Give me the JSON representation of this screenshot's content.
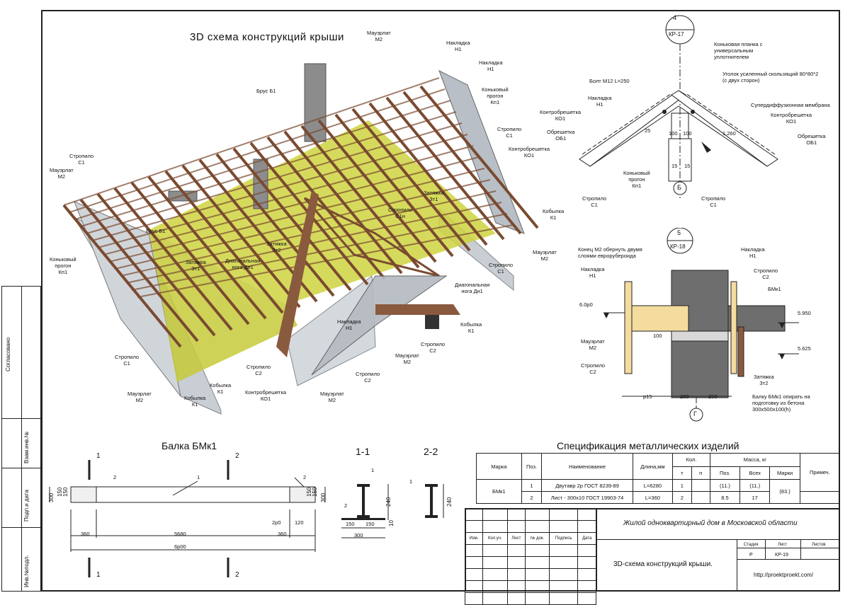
{
  "diagram_3d": {
    "title": "3D схема конструкций крыши",
    "labels": {
      "mauerlat_top": [
        "Мауэрлат",
        "М2"
      ],
      "nakladka_1": [
        "Накладка",
        "Н1"
      ],
      "nakladka_2": [
        "Накладка",
        "Н1"
      ],
      "brus": [
        "Брус Б1"
      ],
      "konkovy_top": [
        "Коньковый",
        "прогон",
        "Кп1"
      ],
      "stropilo_r1": [
        "Стропило",
        "С1"
      ],
      "kontrobreshetka_r": [
        "Контробрешетка",
        "КО1"
      ],
      "stropilo_l": [
        "Стропило",
        "С1"
      ],
      "mauerlat_l": [
        "Мауэрлат",
        "М2"
      ],
      "zatyazhka_c": [
        "Затяжка",
        "Зт1"
      ],
      "stropilo_c1n": [
        "Стропило",
        "С1н"
      ],
      "kobylka_r": [
        "Кобылка",
        "К1"
      ],
      "brus_b1": [
        "Брус Б1"
      ],
      "zatyazhka_2": [
        "Затяжка",
        "Зт2"
      ],
      "konkovy_l": [
        "Коньковый",
        "прогон",
        "Кп1"
      ],
      "zatyazhka_l": [
        "Затяжка",
        "Зт1"
      ],
      "diag_noga_c": [
        "Диагональная",
        "нога Дн1"
      ],
      "mauerlat_r": [
        "Мауэрлат",
        "М2"
      ],
      "stropilo_r2": [
        "Стропило",
        "С1"
      ],
      "diag_noga_r": [
        "Диагональная",
        "нога Дн1"
      ],
      "kobylka_r2": [
        "Кобылка",
        "К1"
      ],
      "nakladka_3": [
        "Накладка",
        "Н1"
      ],
      "stropilo_c2a": [
        "Стропило",
        "С2"
      ],
      "mauerlat_m2b": [
        "Мауэрлат",
        "М2"
      ],
      "stropilo_c1b": [
        "Стропило",
        "С1"
      ],
      "stropilo_c2b": [
        "Стропило",
        "С2"
      ],
      "stropilo_c2c": [
        "Стропило",
        "С2"
      ],
      "kobylka_k1a": [
        "Кобылка",
        "К1"
      ],
      "kontr_ko1b": [
        "Контробрешетка",
        "КО1"
      ],
      "mauerlat_m2c": [
        "Мауэрлат",
        "М2"
      ],
      "mauerlat_m2d": [
        "Мауэрлат",
        "М2"
      ],
      "kobylka_k1b": [
        "Кобылка",
        "К1"
      ]
    }
  },
  "node4": {
    "badge_num": "4",
    "badge_ref": "КР-17",
    "labels": {
      "konk_planka": [
        "Коньковая планка с",
        "универсальным",
        "уплотнителем"
      ],
      "ugolok": [
        "Уголок усиленный скользящий 80*80*2",
        "(с двух сторон)"
      ],
      "bolt": [
        "Болт М12 L=250"
      ],
      "nakladka": [
        "Накладка",
        "Н1"
      ],
      "membrana": [
        "Супердиффузионная мембрана"
      ],
      "kontr_l": [
        "Контробрешетка",
        "КО1"
      ],
      "kontr_r": [
        "Контробрешетка",
        "КО1"
      ],
      "obreshetka_l": [
        "Обрешетка",
        "ОБ1"
      ],
      "obreshetka_r": [
        "Обрешетка",
        "ОБ1"
      ],
      "konk_progon": [
        "Коньковый",
        "прогон",
        "Кп1"
      ],
      "stropilo_l": [
        "Стропило",
        "С1"
      ],
      "stropilo_r": [
        "Стропило",
        "С1"
      ]
    },
    "dims": [
      "25",
      "100",
      "100",
      "15",
      "15",
      "1.260"
    ],
    "bottom_marker": "Б"
  },
  "node5": {
    "badge_num": "5",
    "badge_ref": "КР-18",
    "labels": {
      "konec_m2": [
        "Конец М2 обернуть двумя",
        "слоями еврорубероида"
      ],
      "nakladka_l": [
        "Накладка",
        "Н1"
      ],
      "nakladka_r": [
        "Накладка",
        "Н1"
      ],
      "stropilo_r": [
        "Стропило",
        "С2"
      ],
      "bmk1": [
        "БМк1"
      ],
      "mauerlat": [
        "Мауэрлат",
        "М2"
      ],
      "stropilo_l": [
        "Стропило",
        "С2"
      ],
      "zatyazhka": [
        "Затяжка",
        "Зт2"
      ],
      "balku": [
        "Балку БМк1 опирать на",
        "подготовку из бетона",
        "300х500х100(h)"
      ]
    },
    "levels": [
      "6.0р0",
      "5.950",
      "5.625"
    ],
    "dims": [
      "100",
      "р15",
      "280",
      "250"
    ],
    "bottom_marker": "Г"
  },
  "beam": {
    "title": "Балка БМк1",
    "dims_total": "6р00",
    "dims_mid": "5680",
    "dims_left": "360",
    "dims_right": "360",
    "dims_small": [
      "2р0",
      "120"
    ],
    "dims_vert_l": [
      "300",
      "150",
      "150"
    ],
    "dims_vert_r": [
      "150",
      "150",
      "300"
    ],
    "callouts": [
      "1",
      "2",
      "2"
    ],
    "section_marks": [
      "1",
      "2",
      "1",
      "2"
    ]
  },
  "section11": {
    "title": "1-1",
    "dims": [
      "240",
      "150",
      "150",
      "300",
      "10"
    ],
    "callouts": [
      "1",
      "2"
    ]
  },
  "section22": {
    "title": "2-2",
    "dims": [
      "240"
    ],
    "callouts": [
      "1"
    ]
  },
  "spec": {
    "title": "Спецификация металлических изделий",
    "headers": {
      "marka": "Марка",
      "poz": "Поз.",
      "name": "Наименование",
      "length": "Длина,мм",
      "kol": "Кол.",
      "t": "т",
      "n": "п",
      "massa": "Масса, кг",
      "mpoz": "Поз.",
      "vseh": "Всех",
      "marki": "Марки",
      "prim": "Примеч."
    },
    "rows": [
      [
        "БМк1",
        "1",
        "Двутавр 2р ГОСТ 8239-89",
        "L=6280",
        "1",
        "",
        "(11.)",
        "(11.)",
        "(83.)",
        ""
      ],
      [
        "",
        "2",
        "Лист - 300х10 ГОСТ 19903-74",
        "L=360",
        "2",
        "",
        "8.5",
        "17",
        "",
        ""
      ]
    ]
  },
  "title_block": {
    "project": "Жилой одноквартирный дом в Московской области",
    "sheet_name": "3D-схема конструкций крыши.",
    "site": "http://proektproekt.com/",
    "stadiya_h": "Стадия",
    "list_h": "Лист",
    "listov_h": "Листов",
    "stadiya": "Р",
    "list": "КР-19",
    "listov": "",
    "cols": [
      "Изм.",
      "Кол.уч.",
      "Лист",
      "№ док.",
      "Подпись",
      "Дата"
    ]
  },
  "side_stamp": [
    "Согласовано",
    "Взам.инв.№",
    "Подп.и дата",
    "Инв.№подл."
  ],
  "colors": {
    "rafter": "#7a4a30",
    "insulation": "#c8cc3a",
    "wall": "#d8dde2",
    "brick": "#8a8a8a",
    "wood": "#f3dc9e",
    "concrete": "#6e6e6e"
  }
}
